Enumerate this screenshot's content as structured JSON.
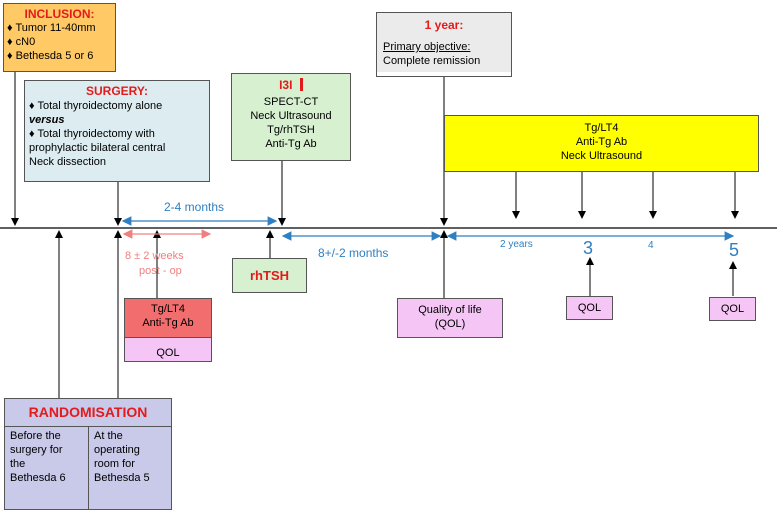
{
  "inclusion": {
    "title": "INCLUSION:",
    "items": [
      "♦ Tumor 11-40mm",
      "♦ cN0",
      "♦ Bethesda 5 or 6"
    ]
  },
  "surgery": {
    "title": "SURGERY:",
    "line1": "♦ Total thyroidectomy alone",
    "versus": "versus",
    "line2a": "♦ Total thyroidectomy with",
    "line2b": "prophylactic bilateral central",
    "line2c": "Neck dissection"
  },
  "i131": {
    "title": "I3I",
    "items": [
      "SPECT-CT",
      "Neck Ultrasound",
      "Tg/rhTSH",
      "Anti-Tg Ab"
    ]
  },
  "one_year": {
    "title": "1 year:",
    "line1": "Primary objective:",
    "line2": "Complete remission"
  },
  "followup": {
    "items": [
      "Tg/LT4",
      "Anti-Tg Ab",
      "Neck Ultrasound"
    ]
  },
  "intervals": {
    "two_four": "2-4 months",
    "eight_weeks_1": "8 ± 2 weeks",
    "eight_weeks_2": "post - op",
    "eight_months": "8+/-2 months",
    "two_years": "2 years",
    "three": "3",
    "four": "4",
    "five": "5"
  },
  "rhtsh": {
    "label": "rhTSH"
  },
  "tg_box": {
    "line1": "Tg/LT4",
    "line2": "Anti-Tg Ab",
    "qol": "QOL"
  },
  "qol_main": {
    "line1": "Quality of life",
    "line2": "(QOL)"
  },
  "qol3": {
    "label": "QOL"
  },
  "qol5": {
    "label": "QOL"
  },
  "randomisation": {
    "title": "RANDOMISATION",
    "left": [
      "Before the",
      "surgery for",
      "the",
      "Bethesda 6"
    ],
    "right": [
      "At the",
      "operating",
      "room for",
      "Bethesda 5"
    ]
  },
  "colors": {
    "inclusion_bg": "#ffc966",
    "surgery_bg": "#dcecf0",
    "i131_bg": "#d6f0d0",
    "followup_bg": "#ffff00",
    "rhtsh_bg": "#d6f0d0",
    "tg_bg": "#f26d6d",
    "qol_bg": "#f5c6f5",
    "random_bg": "#c9c9ea",
    "accent_red": "#e31b1b",
    "accent_blue": "#2f7fc1"
  }
}
